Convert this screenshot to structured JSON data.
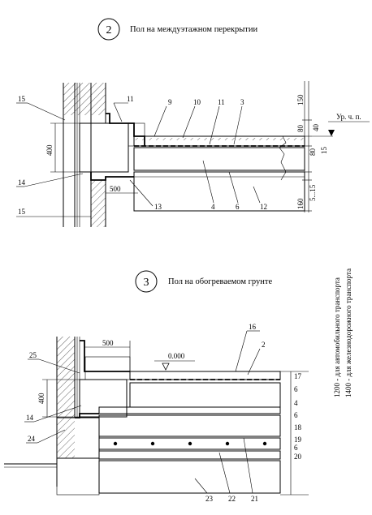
{
  "section2": {
    "number": "2",
    "title": "Пол на междуэтажном перекрытии",
    "labels": {
      "l15a": "15",
      "l11a": "11",
      "l9": "9",
      "l10": "10",
      "l11b": "11",
      "l3": "3",
      "l400": "400",
      "l14": "14",
      "l15b": "15",
      "l13": "13",
      "l500": "500",
      "l4": "4",
      "l6": "6",
      "l12": "12"
    },
    "dims": {
      "d150": "150",
      "d80": "80",
      "d40": "40",
      "d80b": "80",
      "d15": "15",
      "d5_15": "5...15",
      "d160": "160"
    },
    "level": "Ур. ч. п."
  },
  "section3": {
    "number": "3",
    "title": "Пол на обогреваемом грунте",
    "side_note_1": "1200 - для автомобильного транспорта",
    "side_note_2": "1400 - для железнодорожного транспорта",
    "labels": {
      "l500": "500",
      "l16": "16",
      "l25": "25",
      "l2": "2",
      "l0000": "0.000",
      "l400": "400",
      "l14": "14",
      "l24": "24",
      "l23": "23",
      "l22": "22",
      "l21": "21"
    },
    "layers": [
      "17",
      "6",
      "4",
      "6",
      "18",
      "19",
      "6",
      "20"
    ]
  }
}
